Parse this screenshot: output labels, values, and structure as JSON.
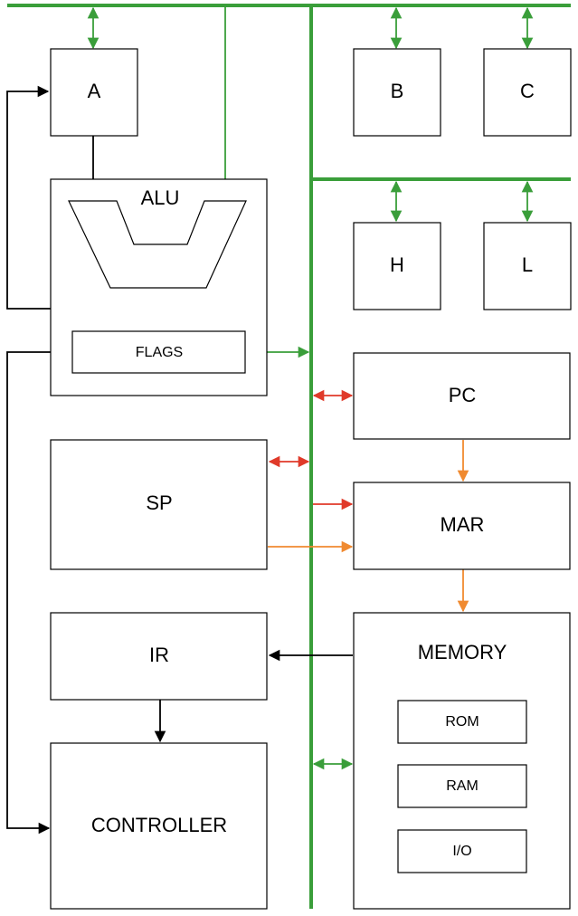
{
  "colors": {
    "bus": "#3a9e3a",
    "red_link": "#e03a2a",
    "orange_link": "#f08a30",
    "black_link": "#000000"
  },
  "registers": {
    "a": "A",
    "b": "B",
    "c": "C",
    "h": "H",
    "l": "L"
  },
  "alu": {
    "label": "ALU",
    "flags": "FLAGS"
  },
  "units": {
    "pc": "PC",
    "sp": "SP",
    "mar": "MAR",
    "ir": "IR",
    "controller": "CONTROLLER"
  },
  "memory": {
    "label": "MEMORY",
    "rom": "ROM",
    "ram": "RAM",
    "io": "I/O"
  }
}
